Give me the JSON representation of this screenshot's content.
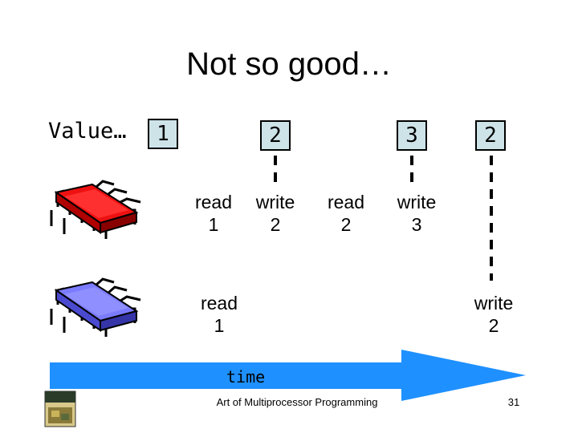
{
  "slide": {
    "title": "Not so good…",
    "value_label": "Value…",
    "values": [
      "1",
      "2",
      "3",
      "2"
    ],
    "time_label": "time",
    "footer": "Art of Multiprocessor Programming",
    "page_number": "31"
  },
  "thread_red": {
    "ops": [
      {
        "verb": "read",
        "value": "1"
      },
      {
        "verb": "write",
        "value": "2"
      },
      {
        "verb": "read",
        "value": "2"
      },
      {
        "verb": "write",
        "value": "3"
      }
    ],
    "color": "#ee1111"
  },
  "thread_blue": {
    "ops": [
      {
        "verb": "read",
        "value": "1"
      },
      {
        "verb": "write",
        "value": "2"
      }
    ],
    "color": "#6b6bff"
  },
  "colors": {
    "value_box": "#cde3e8",
    "time_arrow": "#1e90ff"
  }
}
